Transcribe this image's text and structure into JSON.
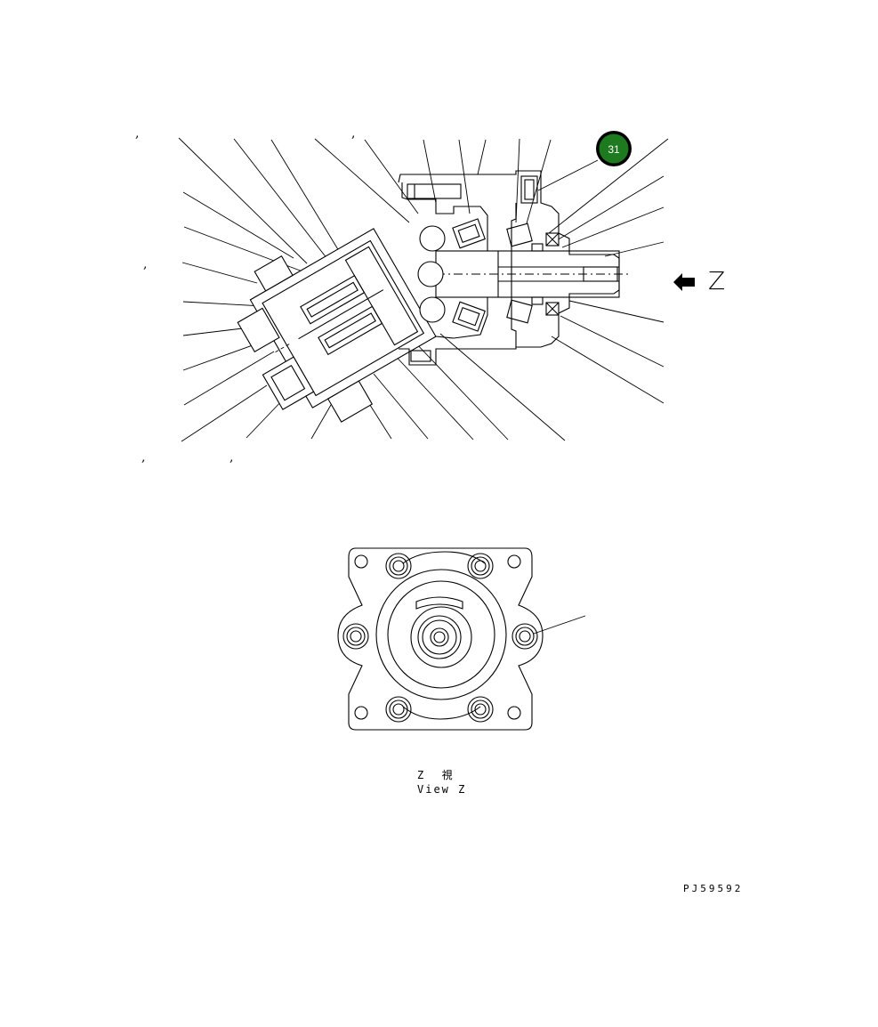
{
  "drawing": {
    "view_arrow_letter": "Z",
    "callout_badge": {
      "label": "31",
      "color": "#1e7a1e"
    },
    "view_caption_jp": "Z  視",
    "view_caption_en": "View Z",
    "drawing_code": "PJ59592",
    "stray_marks": [
      ",",
      ",",
      ",",
      ",",
      ","
    ]
  }
}
